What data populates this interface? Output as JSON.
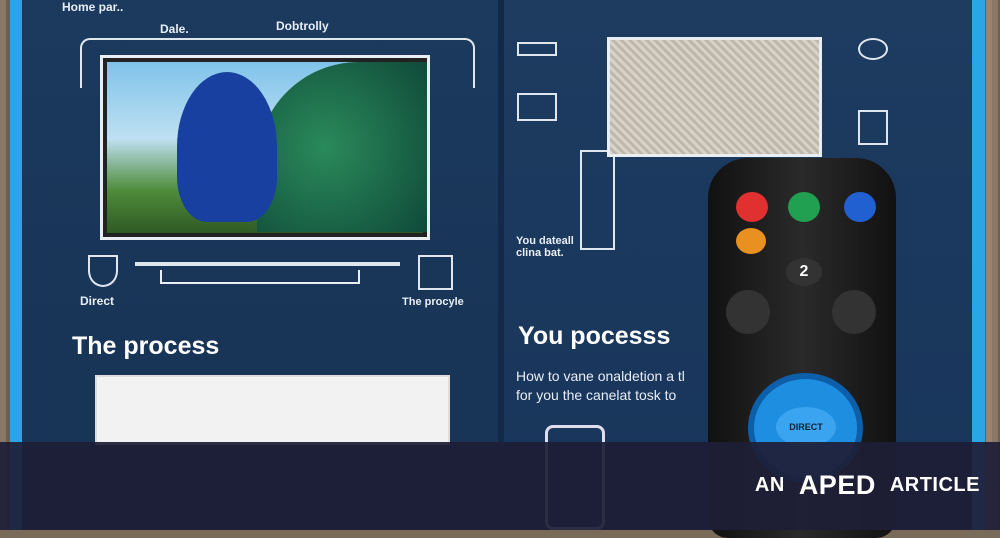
{
  "left_page": {
    "top_label": "Home par..",
    "label_dale": "Dale.",
    "label_dobtrolly": "Dobtrolly",
    "label_direct": "Direct",
    "label_the_procyle": "The procyle",
    "heading": "The process"
  },
  "right_page": {
    "heading": "You pocesss",
    "body_line_1": "How to vane onaldetion a tl",
    "body_line_2": "for you the canelat tosk to",
    "label_you": "You dateall clina bat."
  },
  "remote": {
    "number_button": "2",
    "ok_label": "DIRECT"
  },
  "banner": {
    "prefix": "AN",
    "logo": "APED",
    "suffix": "ARTICLE"
  }
}
